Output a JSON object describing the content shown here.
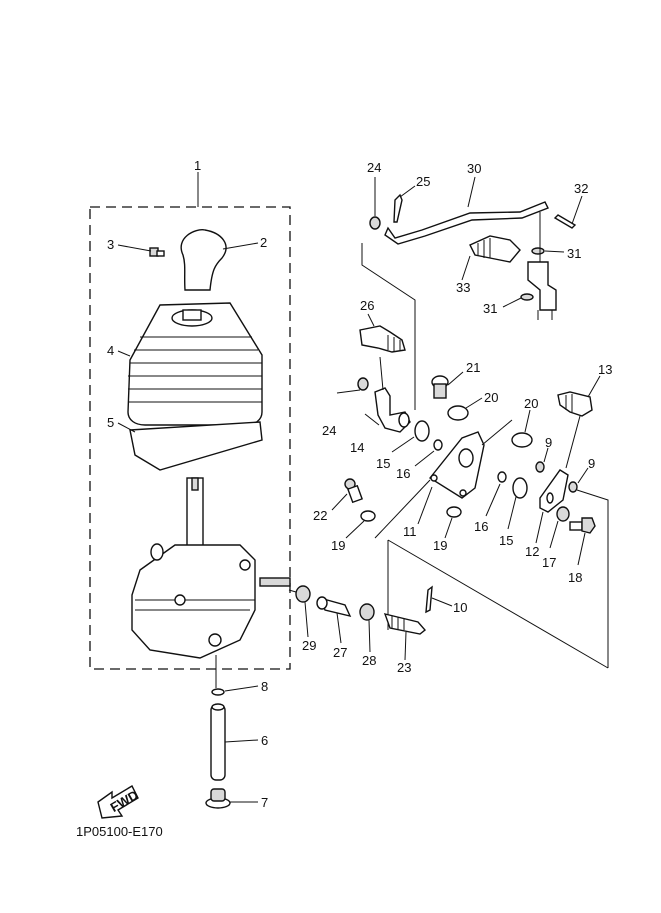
{
  "diagram": {
    "title": "Remote control / shift lever assembly (exploded view)",
    "figure_code": "1P05100-E170",
    "fwd_label": "FWD",
    "callouts": [
      {
        "id": "1",
        "label": "1",
        "part": "shift-lever-assembly"
      },
      {
        "id": "2",
        "label": "2",
        "part": "knob"
      },
      {
        "id": "3",
        "label": "3",
        "part": "screw"
      },
      {
        "id": "4",
        "label": "4",
        "part": "boot"
      },
      {
        "id": "5",
        "label": "5",
        "part": "gasket"
      },
      {
        "id": "6",
        "label": "6",
        "part": "shaft"
      },
      {
        "id": "7",
        "label": "7",
        "part": "bushing"
      },
      {
        "id": "8",
        "label": "8",
        "part": "circlip"
      },
      {
        "id": "9a",
        "label": "9",
        "part": "washer"
      },
      {
        "id": "9b",
        "label": "9",
        "part": "washer"
      },
      {
        "id": "10",
        "label": "10",
        "part": "cotter-pin"
      },
      {
        "id": "11",
        "label": "11",
        "part": "bracket"
      },
      {
        "id": "12",
        "label": "12",
        "part": "lever"
      },
      {
        "id": "13",
        "label": "13",
        "part": "ball-joint"
      },
      {
        "id": "14",
        "label": "14",
        "part": "arm"
      },
      {
        "id": "15a",
        "label": "15",
        "part": "washer"
      },
      {
        "id": "15b",
        "label": "15",
        "part": "washer"
      },
      {
        "id": "16a",
        "label": "16",
        "part": "o-ring"
      },
      {
        "id": "16b",
        "label": "16",
        "part": "o-ring"
      },
      {
        "id": "17",
        "label": "17",
        "part": "washer"
      },
      {
        "id": "18",
        "label": "18",
        "part": "bolt"
      },
      {
        "id": "19a",
        "label": "19",
        "part": "washer"
      },
      {
        "id": "19b",
        "label": "19",
        "part": "washer"
      },
      {
        "id": "20a",
        "label": "20",
        "part": "collar"
      },
      {
        "id": "20b",
        "label": "20",
        "part": "collar"
      },
      {
        "id": "21",
        "label": "21",
        "part": "plug"
      },
      {
        "id": "22",
        "label": "22",
        "part": "bolt"
      },
      {
        "id": "23",
        "label": "23",
        "part": "pin"
      },
      {
        "id": "24a",
        "label": "24",
        "part": "washer"
      },
      {
        "id": "24b",
        "label": "24",
        "part": "washer"
      },
      {
        "id": "25",
        "label": "25",
        "part": "cotter-pin"
      },
      {
        "id": "26",
        "label": "26",
        "part": "ball-joint"
      },
      {
        "id": "27",
        "label": "27",
        "part": "spacer"
      },
      {
        "id": "28",
        "label": "28",
        "part": "nut"
      },
      {
        "id": "29",
        "label": "29",
        "part": "nut"
      },
      {
        "id": "30",
        "label": "30",
        "part": "rod"
      },
      {
        "id": "31a",
        "label": "31",
        "part": "washer"
      },
      {
        "id": "31b",
        "label": "31",
        "part": "washer"
      },
      {
        "id": "32",
        "label": "32",
        "part": "cotter-pin"
      },
      {
        "id": "33",
        "label": "33",
        "part": "ball-joint"
      }
    ]
  }
}
